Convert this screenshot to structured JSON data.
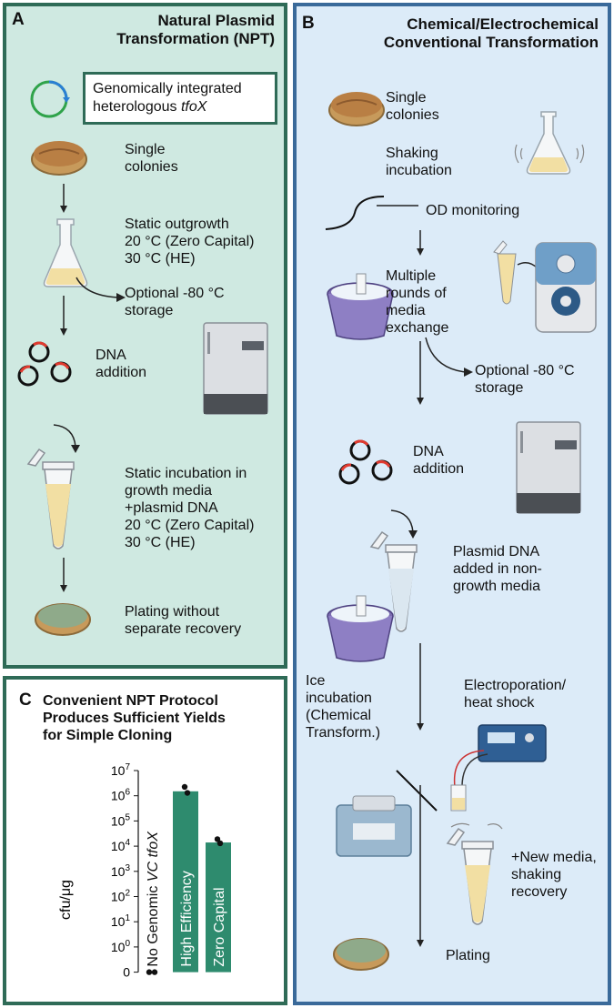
{
  "panel_a": {
    "letter": "A",
    "title": "Natural Plasmid\nTransformation (NPT)",
    "tfox_line1": "Genomically integrated",
    "tfox_line2_prefix": "heterologous ",
    "tfox_line2_italic": "tfoX",
    "single_colonies": "Single\ncolonies",
    "static_outgrowth": "Static outgrowth\n20 °C (Zero Capital)\n30 °C (HE)",
    "optional_storage": "Optional -80 °C\nstorage",
    "dna_addition": "DNA\naddition",
    "static_incubation": "Static incubation in\ngrowth media\n+plasmid DNA\n20 °C (Zero Capital)\n30 °C (HE)",
    "plating": "Plating without\nseparate recovery"
  },
  "panel_b": {
    "letter": "B",
    "title": "Chemical/Electrochemical\nConventional Transformation",
    "single_colonies": "Single\ncolonies",
    "shaking_incubation": "Shaking\nincubation",
    "od_monitoring": "OD monitoring",
    "media_exchange": "Multiple\nrounds of\nmedia\nexchange",
    "optional_storage": "Optional -80 °C\nstorage",
    "dna_addition": "DNA\naddition",
    "plasmid_dna": "Plasmid DNA\nadded in non-\ngrowth media",
    "ice_incubation": "Ice\nincubation\n(Chemical\nTransform.)",
    "electroporation": "Electroporation/\nheat shock",
    "new_media": "+New media,\nshaking\nrecovery",
    "plating": "Plating"
  },
  "panel_c": {
    "letter": "C",
    "title": "Convenient NPT Protocol\nProduces Sufficient Yields\nfor Simple Cloning"
  },
  "chart_data": {
    "type": "bar",
    "ylabel": "cfu/μg",
    "yscale": "log",
    "yticks": [
      "0",
      "10^0",
      "10^1",
      "10^2",
      "10^3",
      "10^4",
      "10^5",
      "10^6",
      "10^7"
    ],
    "categories": [
      "No Genomic VC tfoX",
      "High Efficiency",
      "Zero Capital"
    ],
    "values": [
      0,
      1500000,
      14000
    ],
    "points": [
      [
        0,
        0
      ],
      [
        1900000,
        1300000
      ],
      [
        16000,
        13000
      ]
    ],
    "bar_color": "#2e8b6e"
  }
}
